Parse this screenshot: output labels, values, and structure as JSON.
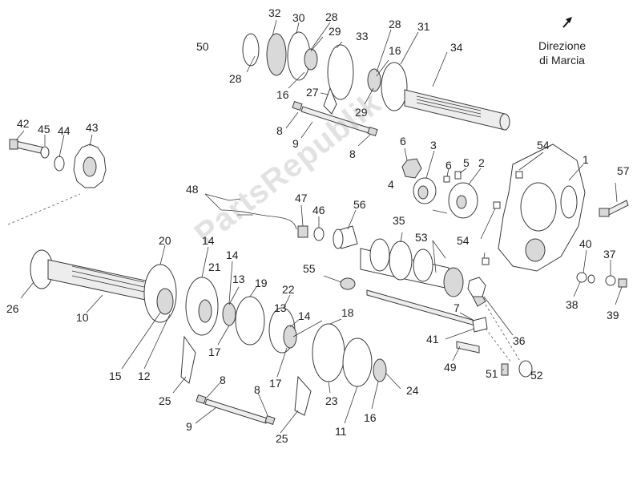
{
  "direction_note": {
    "line1": "Direzione",
    "line2": "di Marcia"
  },
  "watermark": "PartsRepublik",
  "colors": {
    "line": "#3a3a3a",
    "text": "#222222",
    "background": "#ffffff"
  },
  "labels": [
    {
      "id": "l32",
      "text": "32"
    },
    {
      "id": "l30",
      "text": "30"
    },
    {
      "id": "l28a",
      "text": "28"
    },
    {
      "id": "l29a",
      "text": "29"
    },
    {
      "id": "l33",
      "text": "33"
    },
    {
      "id": "l28b",
      "text": "28"
    },
    {
      "id": "l31",
      "text": "31"
    },
    {
      "id": "l34",
      "text": "34"
    },
    {
      "id": "l50",
      "text": "50"
    },
    {
      "id": "l28c",
      "text": "28"
    },
    {
      "id": "l16a",
      "text": "16"
    },
    {
      "id": "l16b",
      "text": "16"
    },
    {
      "id": "l27",
      "text": "27"
    },
    {
      "id": "l29b",
      "text": "29"
    },
    {
      "id": "l8a",
      "text": "8"
    },
    {
      "id": "l9a",
      "text": "9"
    },
    {
      "id": "l8b",
      "text": "8"
    },
    {
      "id": "l42",
      "text": "42"
    },
    {
      "id": "l45",
      "text": "45"
    },
    {
      "id": "l44",
      "text": "44"
    },
    {
      "id": "l43",
      "text": "43"
    },
    {
      "id": "l6a",
      "text": "6"
    },
    {
      "id": "l3",
      "text": "3"
    },
    {
      "id": "l6b",
      "text": "6"
    },
    {
      "id": "l5",
      "text": "5"
    },
    {
      "id": "l2",
      "text": "2"
    },
    {
      "id": "l4",
      "text": "4"
    },
    {
      "id": "l54a",
      "text": "54"
    },
    {
      "id": "l1",
      "text": "1"
    },
    {
      "id": "l57",
      "text": "57"
    },
    {
      "id": "l48",
      "text": "48"
    },
    {
      "id": "l47",
      "text": "47"
    },
    {
      "id": "l46",
      "text": "46"
    },
    {
      "id": "l56",
      "text": "56"
    },
    {
      "id": "l35",
      "text": "35"
    },
    {
      "id": "l53",
      "text": "53"
    },
    {
      "id": "l54b",
      "text": "54"
    },
    {
      "id": "l40",
      "text": "40"
    },
    {
      "id": "l37",
      "text": "37"
    },
    {
      "id": "l38",
      "text": "38"
    },
    {
      "id": "l39",
      "text": "39"
    },
    {
      "id": "l20",
      "text": "20"
    },
    {
      "id": "l14a",
      "text": "14"
    },
    {
      "id": "l14b",
      "text": "14"
    },
    {
      "id": "l21",
      "text": "21"
    },
    {
      "id": "l13a",
      "text": "13"
    },
    {
      "id": "l19",
      "text": "19"
    },
    {
      "id": "l55",
      "text": "55"
    },
    {
      "id": "l7",
      "text": "7"
    },
    {
      "id": "l26",
      "text": "26"
    },
    {
      "id": "l10",
      "text": "10"
    },
    {
      "id": "l22",
      "text": "22"
    },
    {
      "id": "l13b",
      "text": "13"
    },
    {
      "id": "l14c",
      "text": "14"
    },
    {
      "id": "l18",
      "text": "18"
    },
    {
      "id": "l41",
      "text": "41"
    },
    {
      "id": "l36",
      "text": "36"
    },
    {
      "id": "l17a",
      "text": "17"
    },
    {
      "id": "l17b",
      "text": "17"
    },
    {
      "id": "l15",
      "text": "15"
    },
    {
      "id": "l12",
      "text": "12"
    },
    {
      "id": "l49",
      "text": "49"
    },
    {
      "id": "l51",
      "text": "51"
    },
    {
      "id": "l52",
      "text": "52"
    },
    {
      "id": "l24",
      "text": "24"
    },
    {
      "id": "l25a",
      "text": "25"
    },
    {
      "id": "l8c",
      "text": "8"
    },
    {
      "id": "l8d",
      "text": "8"
    },
    {
      "id": "l23",
      "text": "23"
    },
    {
      "id": "l9b",
      "text": "9"
    },
    {
      "id": "l25b",
      "text": "25"
    },
    {
      "id": "l11",
      "text": "11"
    },
    {
      "id": "l16c",
      "text": "16"
    }
  ]
}
